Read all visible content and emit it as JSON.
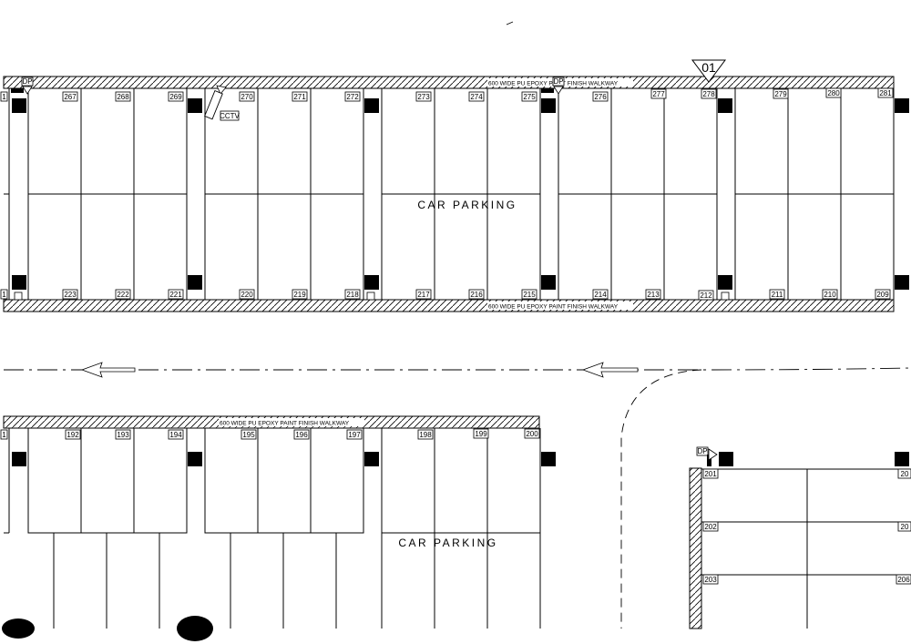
{
  "labels": {
    "car_parking_top": "CAR PARKING",
    "car_parking_bottom": "CAR PARKING",
    "walkway_top": "600 WIDE PU EPOXY PAINT FINISH WALKWAY",
    "walkway_middle": "600 WIDE PU EPOXY PAINT FINISH WALKWAY",
    "walkway_lower": "600 WIDE PU EPOXY PAINT FINISH WALKWAY",
    "cctv": "CCTV",
    "dp": "DP",
    "section_marker": "01",
    "edge_mark": "1"
  },
  "bays": {
    "top_upper": [
      "267",
      "268",
      "269",
      "270",
      "271",
      "272",
      "273",
      "274",
      "275",
      "276",
      "277",
      "278",
      "279",
      "280",
      "281"
    ],
    "top_lower": [
      "223",
      "222",
      "221",
      "220",
      "219",
      "218",
      "217",
      "216",
      "215",
      "214",
      "213",
      "212",
      "211",
      "210",
      "209"
    ],
    "bottom_row": [
      "192",
      "193",
      "194",
      "195",
      "196",
      "197",
      "198",
      "199",
      "200"
    ],
    "right_column": [
      "201",
      "202",
      "203"
    ],
    "right_edge": [
      "20",
      "20",
      "206"
    ]
  },
  "colors": {
    "line": "#000000",
    "background": "#ffffff"
  }
}
